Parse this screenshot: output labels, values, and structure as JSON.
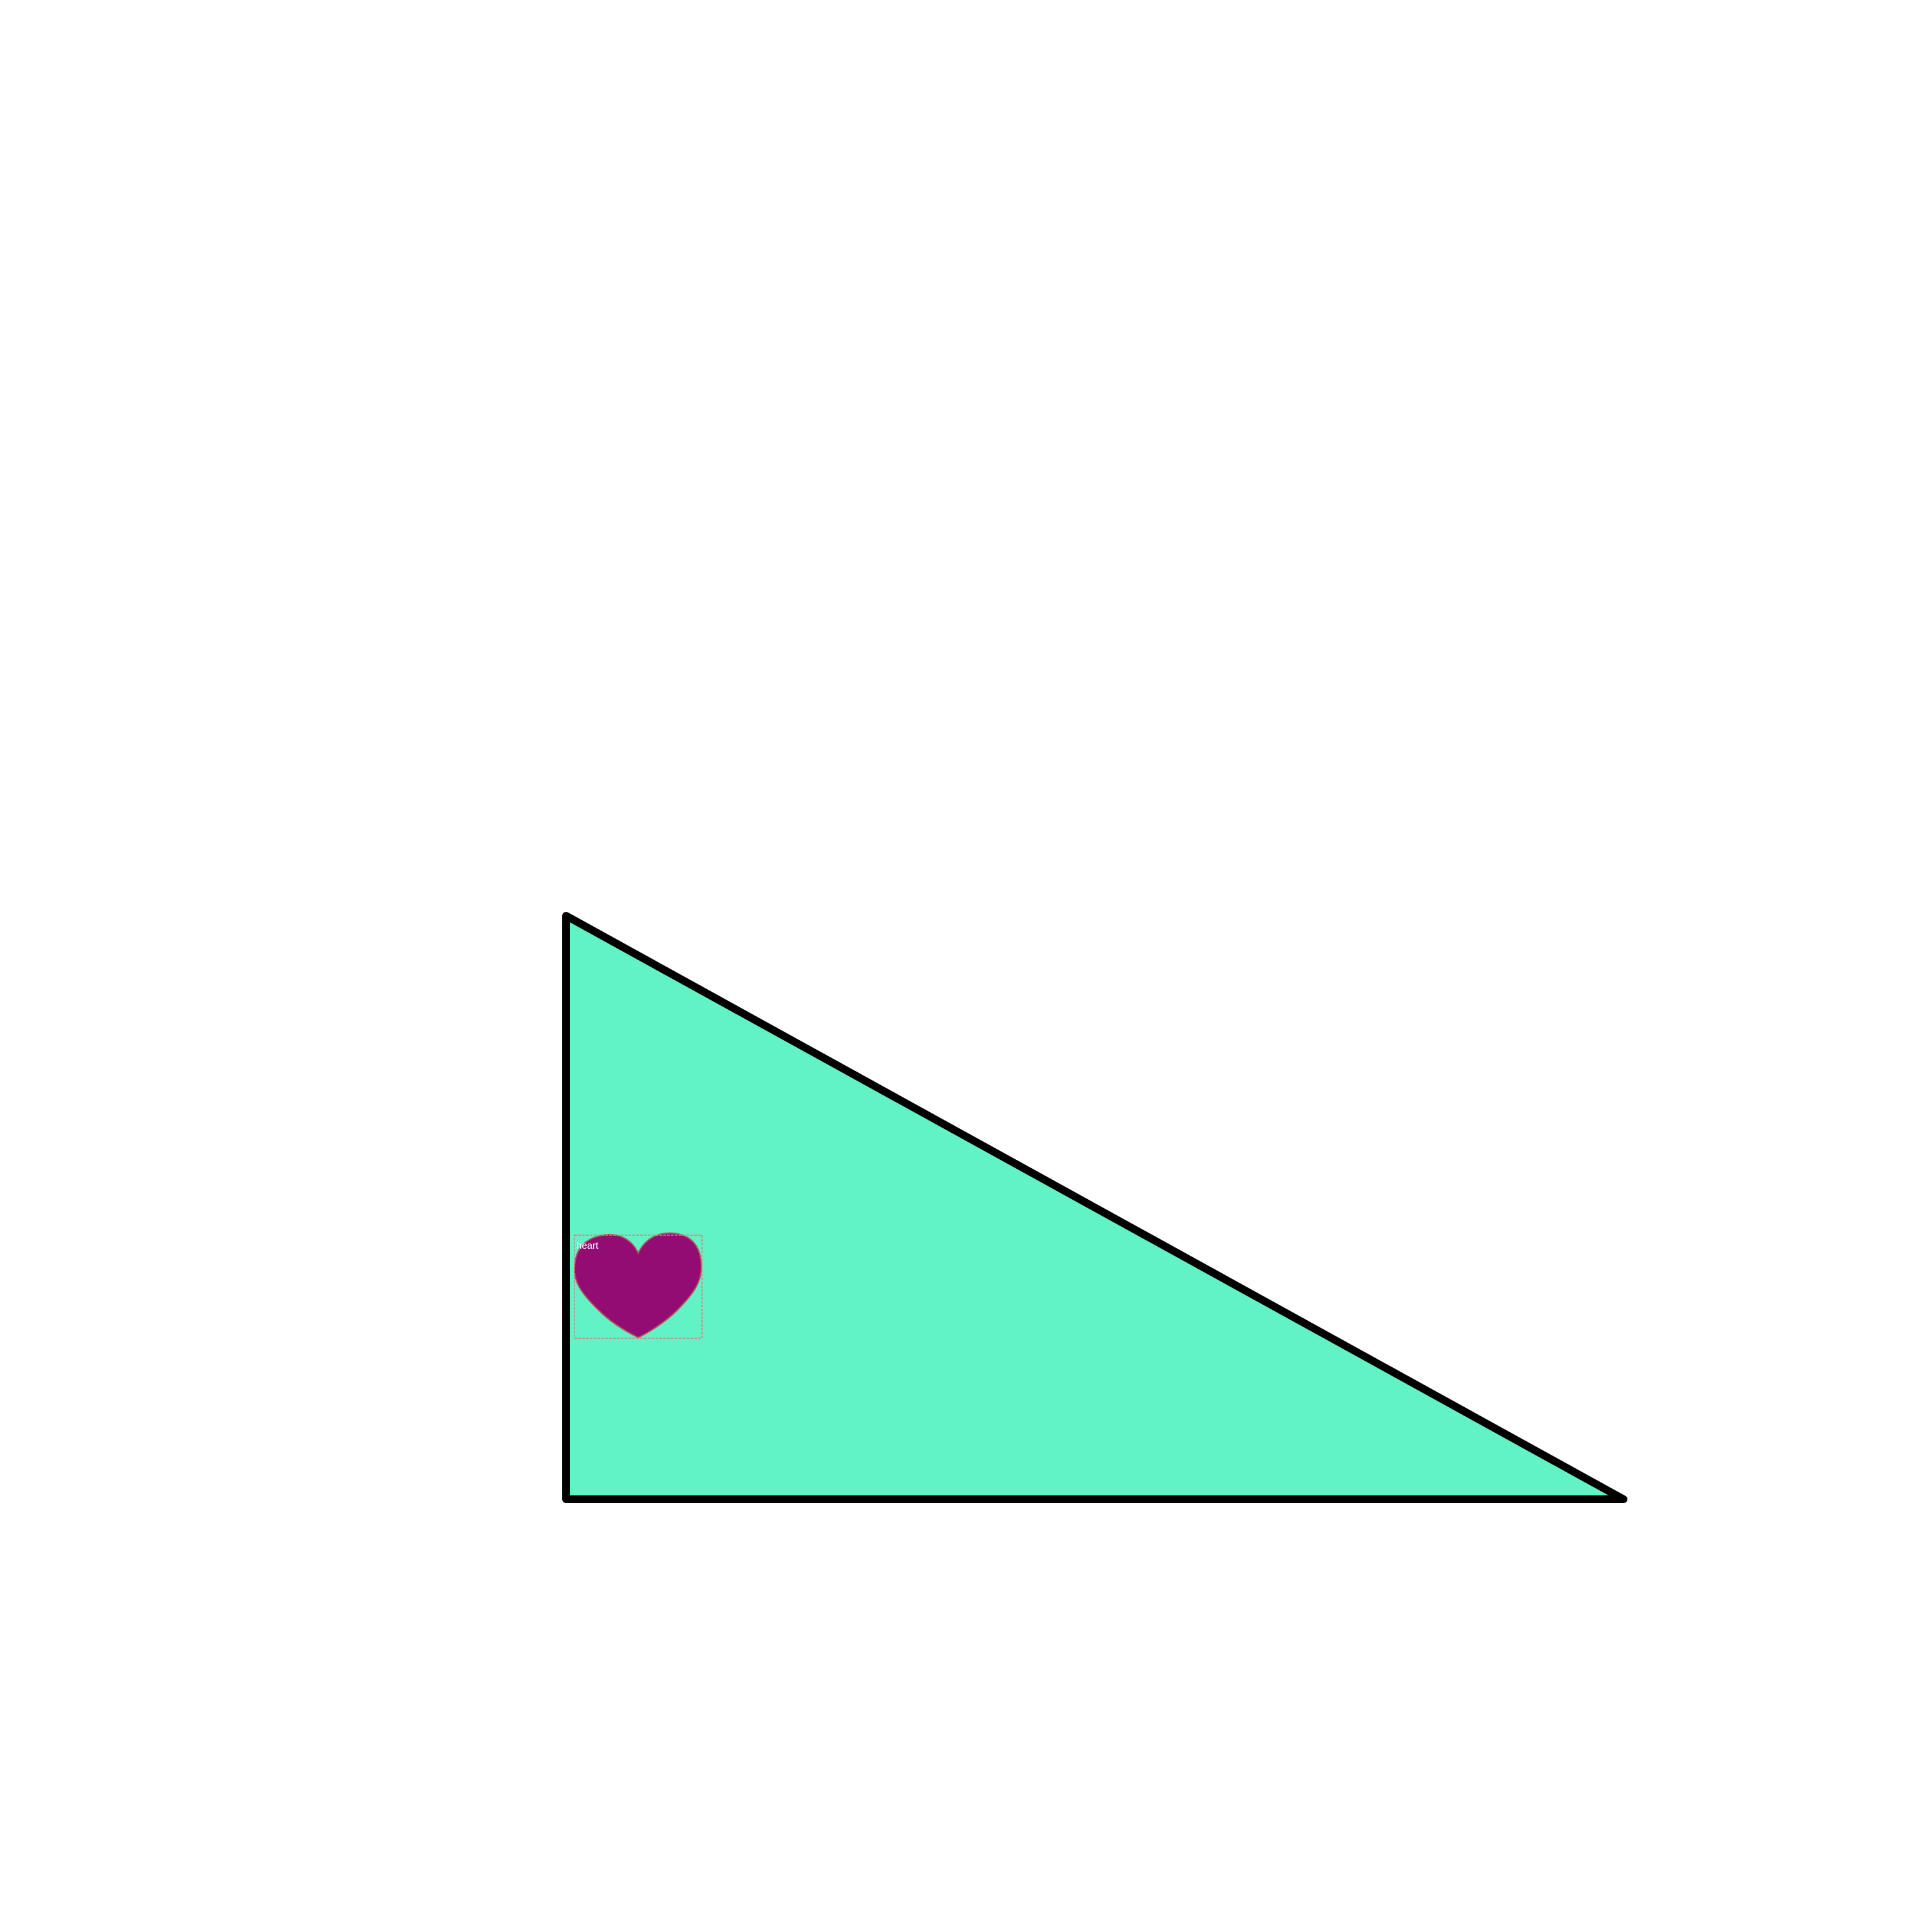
{
  "colors": {
    "background": "#ffffff",
    "triangle_fill": "#61f2c5",
    "triangle_stroke": "#000000",
    "heart_fill": "#920c74",
    "heart_outline": "#b8505a",
    "bbox_stroke": "#d9807a",
    "label_color": "#ffffff"
  },
  "shapes": {
    "triangle": {
      "kind": "right-triangle",
      "right_angle_corner": "bottom-left"
    },
    "heart": {
      "label": "heart",
      "icon": "heart-icon"
    }
  }
}
